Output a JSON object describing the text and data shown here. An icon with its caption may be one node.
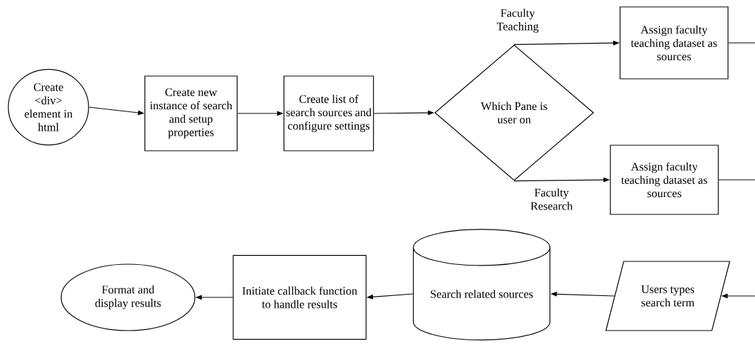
{
  "diagram": {
    "nodes": [
      {
        "text": [
          "Create <div> element in html"
        ]
      },
      {
        "text": [
          "Create new instance of search and setup properties"
        ]
      },
      {
        "text": [
          "Create list of search sources and configure settings"
        ]
      },
      {
        "text": [
          "Which Pane is user on"
        ]
      },
      {
        "text": [
          "Assign faculty teaching dataset as sources"
        ]
      },
      {
        "text": [
          "Assign faculty teaching dataset as sources"
        ]
      },
      {
        "text": [
          "Users types search term"
        ]
      },
      {
        "text": [
          "Search related sources"
        ]
      },
      {
        "text": [
          "Initiate callback function to handle results"
        ]
      },
      {
        "text": [
          "Format and display results"
        ]
      }
    ],
    "edges": [
      {
        "from": 0,
        "to": 1,
        "arrow": "to"
      },
      {
        "from": 1,
        "to": 2,
        "arrow": "to"
      },
      {
        "from": 2,
        "to": 3,
        "arrow": "to"
      },
      {
        "from": 3,
        "to": 4,
        "arrow": "to",
        "label": "Faculty Teaching"
      },
      {
        "from": 3,
        "to": 5,
        "arrow": "to",
        "label": "Faculty Research"
      },
      {
        "from": 4,
        "to": null,
        "arrow": "none"
      },
      {
        "from": 5,
        "to": null,
        "arrow": "none"
      },
      {
        "from": null,
        "to": 6,
        "arrow": "to"
      },
      {
        "from": 6,
        "to": 7,
        "arrow": "to"
      },
      {
        "from": 7,
        "to": 8,
        "arrow": "to"
      },
      {
        "from": 8,
        "to": 9,
        "arrow": "to"
      }
    ]
  }
}
